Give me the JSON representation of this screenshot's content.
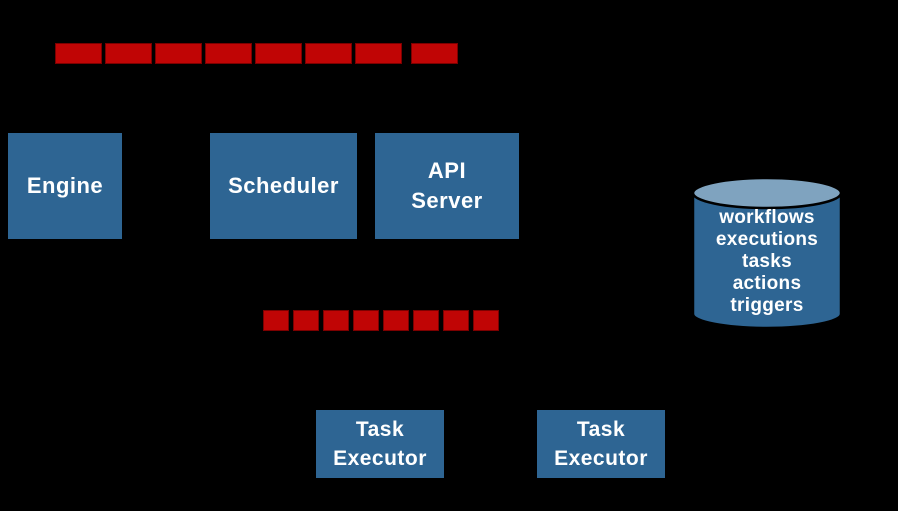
{
  "colors": {
    "background": "#000000",
    "box_fill": "#2E6593",
    "box_text": "#FFFFFF",
    "queue_fill": "#C00505",
    "queue_border": "#7C0000",
    "cylinder_body": "#2E6593",
    "cylinder_top": "#7FA3BF",
    "cylinder_outline": "#000000"
  },
  "components": {
    "engine": {
      "label": "Engine"
    },
    "scheduler": {
      "label": "Scheduler"
    },
    "api_server": {
      "line1": "API",
      "line2": "Server"
    },
    "task_executor_1": {
      "line1": "Task",
      "line2": "Executor"
    },
    "task_executor_2": {
      "line1": "Task",
      "line2": "Executor"
    }
  },
  "queues": {
    "top": {
      "segments": 8,
      "detached_last": true
    },
    "bottom": {
      "segments": 8,
      "detached_last": false
    }
  },
  "datastore": {
    "items": [
      "workflows",
      "executions",
      "tasks",
      "actions",
      "triggers"
    ]
  }
}
